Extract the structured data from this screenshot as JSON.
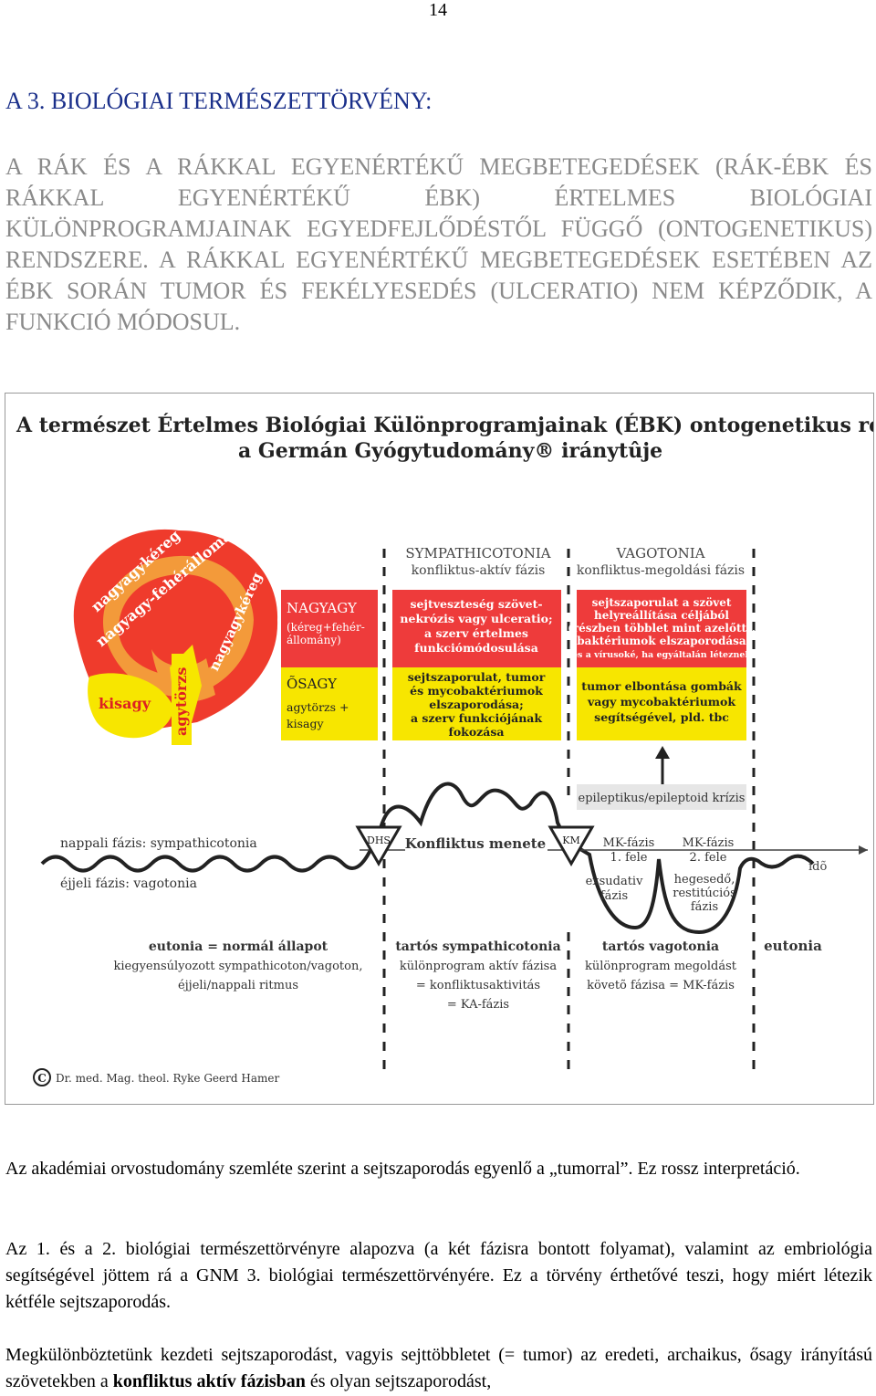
{
  "page_number": "14",
  "heading": "A 3. BIOLÓGIAI TERMÉSZETTÖRVÉNY:",
  "subheading": "A RÁK ÉS A RÁKKAL EGYENÉRTÉKŰ MEGBETEGEDÉSEK (RÁK-ÉBK ÉS RÁKKAL EGYENÉRTÉKŰ ÉBK) ÉRTELMES BIOLÓGIAI KÜLÖNPROGRAMJAINAK EGYEDFEJLŐDÉSTŐL FÜGGŐ (ONTOGENETIKUS) RENDSZERE. A RÁKKAL EGYENÉRTÉKŰ MEGBETEGEDÉSEK ESETÉBEN AZ ÉBK SORÁN TUMOR ÉS FEKÉLYESEDÉS (ULCERATIO) NEM KÉPZŐDIK, A FUNKCIÓ MÓDOSUL.",
  "figure": {
    "title_line1": "A természet Értelmes Biológiai Különprogramjainak (ÉBK) ontogenetikus rendszere,",
    "title_line2": "a Germán Gyógytudomány® iránytûje",
    "brain_labels": {
      "cortex": "nagyagykéreg",
      "white_matter": "nagyagy-fehérállomány",
      "cortex_right": "nagyagykéreg",
      "cerebellum": "kisagy",
      "brainstem": "agytörzs"
    },
    "col_symp_title": "SYMPATHICOTONIA",
    "col_symp_sub": "konfliktus-aktív fázis",
    "col_vago_title": "VAGOTONIA",
    "col_vago_sub": "konfliktus-megoldási fázis",
    "nagyagy_title": "NAGYAGY",
    "nagyagy_sub1": "(kéreg+fehér-",
    "nagyagy_sub2": "állomány)",
    "nagyagy_symp": [
      "sejtveszteség szövet-",
      "nekrózis vagy ulceratio;",
      "a szerv értelmes",
      "funkciómódosulása"
    ],
    "nagyagy_vago": [
      "sejtszaporulat a szövet",
      "helyreállítása céljából",
      "(részben többlet mint azelőtt),",
      "baktériumok elszaporodása"
    ],
    "nagyagy_vago_note": "(és a vírusoké, ha egyáltalán léteznek)",
    "osagy_title": "ÕSAGY",
    "osagy_sub1": "agytörzs +",
    "osagy_sub2": "kisagy",
    "osagy_symp": [
      "sejtszaporulat, tumor",
      "és mycobaktériumok",
      "elszaporodása;",
      "a szerv funkciójának",
      "fokozása"
    ],
    "osagy_vago": [
      "tumor elbontása gombák",
      "vagy mycobaktériumok",
      "segítségével, pld. tbc"
    ],
    "crisis": "epileptikus/epileptoid krízis",
    "day_phase": "nappali fázis: sympathicotonia",
    "night_phase": "éjjeli fázis: vagotonia",
    "dhs": "DHS",
    "conflict": "Konfliktus menete",
    "km": "KM",
    "mk1": [
      "MK-fázis",
      "1. fele"
    ],
    "mk2": [
      "MK-fázis",
      "2. fele"
    ],
    "exudative": [
      "exsudativ",
      "fázis"
    ],
    "scar": [
      "hegesedő,",
      "restitúciós",
      "fázis"
    ],
    "time": "idõ",
    "eutonia_left": [
      "eutonia = normál állapot",
      "kiegyensúlyozott sympathicoton/vagoton,",
      "éjjeli/nappali ritmus"
    ],
    "symp_bottom": [
      "tartós sympathicotonia",
      "különprogram aktív fázisa",
      "= konfliktusaktivitás",
      "= KA-fázis"
    ],
    "vago_bottom": [
      "tartós vagotonia",
      "különprogram megoldást",
      "követõ fázisa = MK-fázis"
    ],
    "eutonia_right": "eutonia",
    "copyright_symbol": "C",
    "copyright": "Dr. med. Mag. theol. Ryke Geerd Hamer"
  },
  "paragraphs": [
    {
      "text": "Az akadémiai orvostudomány szemléte szerint a sejtszaporodás egyenlő a „tumorral”. Ez rossz interpretáció."
    },
    {
      "text": "Az 1. és a 2. biológiai természettörvényre alapozva (a két fázisra bontott folyamat), valamint az embriológia segítségével jöttem rá a GNM 3. biológiai természettörvényére. Ez a törvény érthetővé teszi, hogy miért létezik kétféle sejtszaporodás."
    },
    {
      "pre": "Megkülönböztetünk kezdeti sejtszaporodást, vagyis sejttöbbletet (= tumor) az eredeti, archaikus, ősagy irányítású szövetekben a ",
      "bold": "konfliktus aktív fázisban",
      "post": " és olyan sejtszaporodást,"
    }
  ],
  "colors": {
    "red": "#ee3b3b",
    "yellow": "#f7e600",
    "orange": "#f28a1c",
    "heading": "#1a2f8a",
    "subheading": "#8a8a8a"
  }
}
